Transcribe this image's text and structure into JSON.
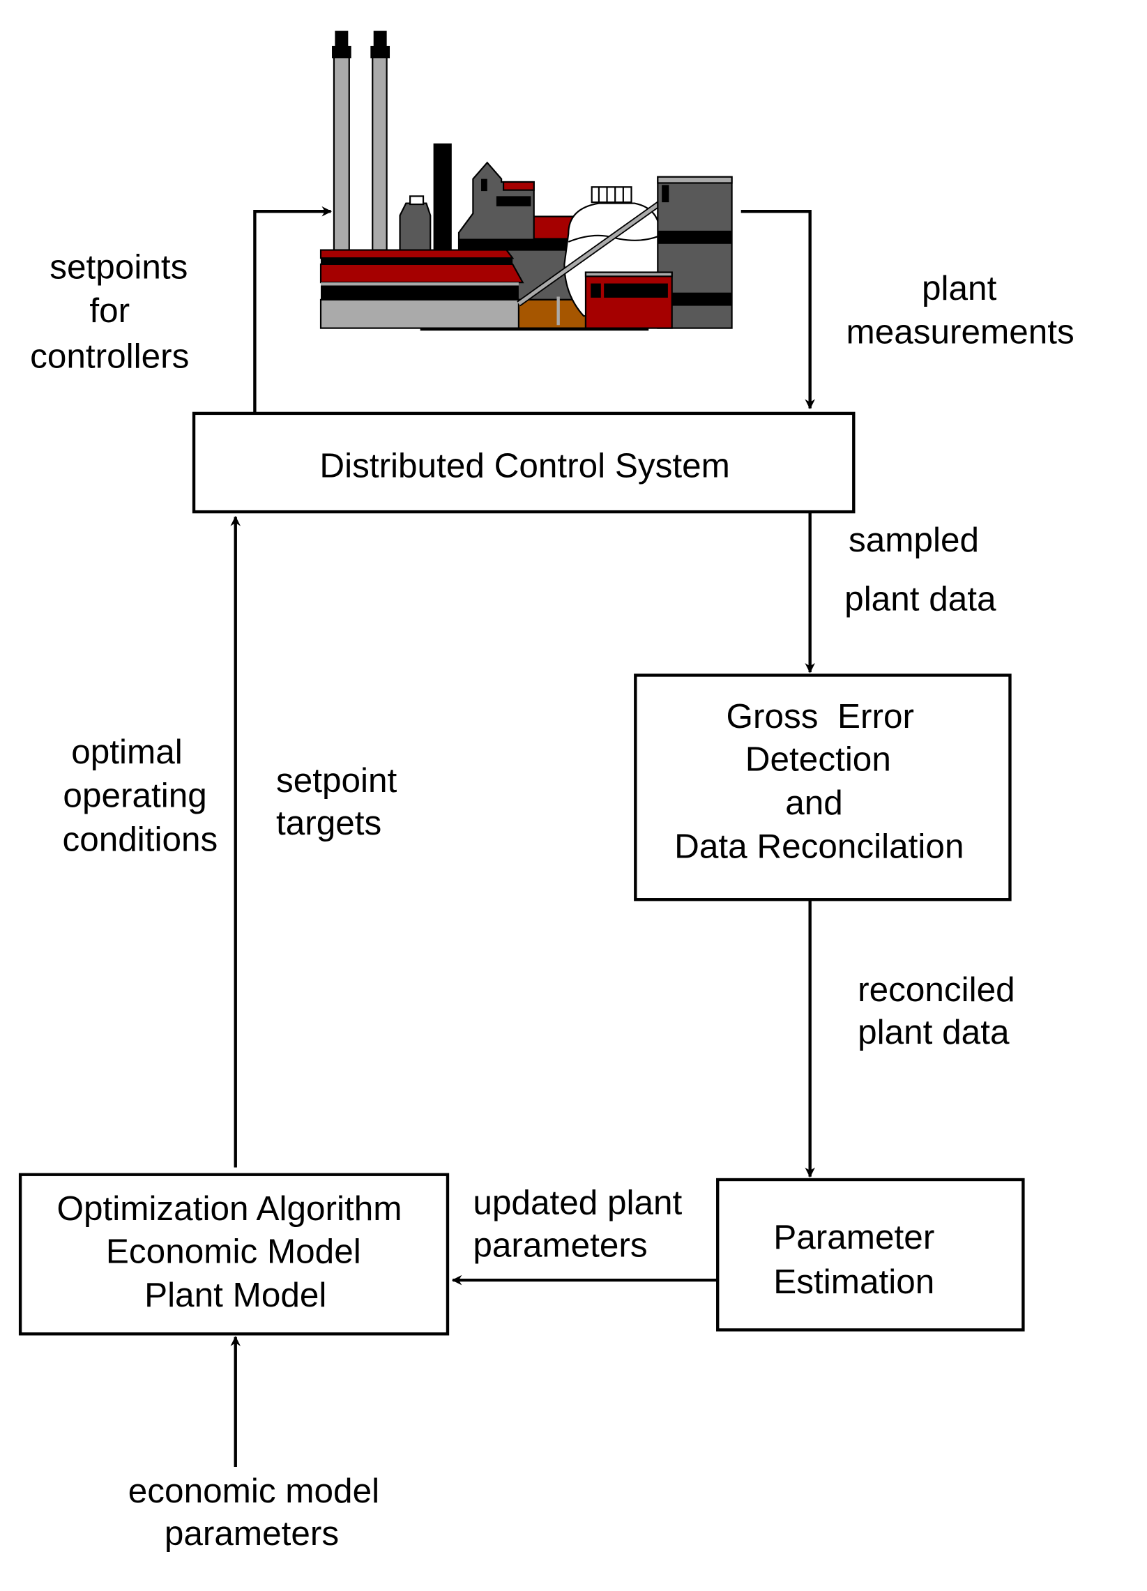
{
  "plant": {
    "icon": "factory-icon",
    "colors": {
      "red": "#a50000",
      "dark_gray": "#595959",
      "light_gray": "#aaaaaa",
      "brown": "#a65600"
    }
  },
  "labels": {
    "setpoints_for_controllers": [
      "setpoints",
      "for",
      "controllers"
    ],
    "plant_measurements": [
      "plant",
      "measurements"
    ],
    "sampled_plant_data": [
      "sampled",
      "plant data"
    ],
    "reconciled_plant_data": [
      "reconciled",
      "plant data"
    ],
    "updated_plant_parameters": [
      "updated plant",
      "parameters"
    ],
    "optimal_operating_conditions": [
      "optimal",
      "operating",
      "conditions"
    ],
    "setpoint_targets": [
      "setpoint",
      "targets"
    ],
    "economic_model_parameters": [
      "economic model",
      "parameters"
    ]
  },
  "boxes": {
    "dcs": [
      "Distributed Control System"
    ],
    "gross_error": [
      "Gross  Error",
      "Detection",
      "and",
      "Data Reconcilation"
    ],
    "parameter_estimation": [
      "Parameter",
      "Estimation"
    ],
    "optimization": [
      "Optimization Algorithm",
      "Economic Model",
      "Plant Model"
    ]
  }
}
